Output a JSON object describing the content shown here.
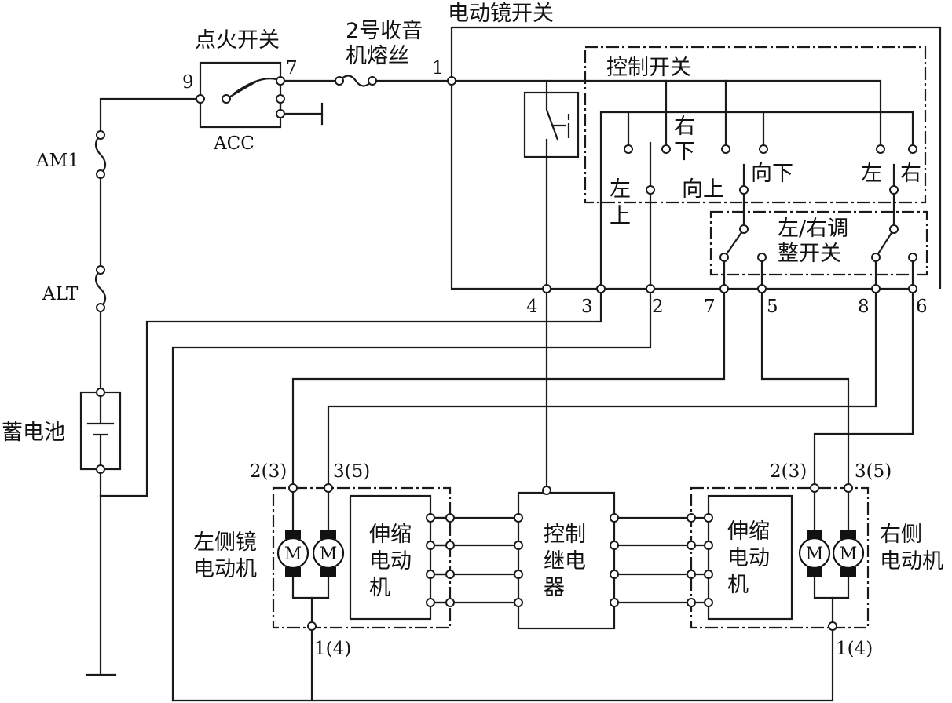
{
  "labels": {
    "ignition_switch": "点火开关",
    "ignition_acc": "ACC",
    "fuse_radio": "2号收音\n机熔丝",
    "mirror_switch": "电动镜开关",
    "control_switch": "控制开关",
    "battery": "蓄电池",
    "fuse_am1": "AM1",
    "fuse_alt": "ALT",
    "dir_right_down": "右\n下",
    "dir_left_up": "左\n上",
    "dir_up": "向上",
    "dir_down": "向下",
    "dir_left": "左",
    "dir_right": "右",
    "lr_adjust_switch": "左/右调\n整开关",
    "retract_motor_left": "伸缩\n电动\n机",
    "retract_motor_right": "伸缩\n电动\n机",
    "control_relay": "控制\n继电\n器",
    "left_mirror_motor": "左侧镜\n电动机",
    "right_mirror_motor": "右侧\n电动机",
    "motor_symbol": "M"
  },
  "pins": {
    "ign_9": "9",
    "ign_7": "7",
    "sw_1": "1",
    "sw_4": "4",
    "sw_3": "3",
    "sw_2": "2",
    "sw_7": "7",
    "sw_5": "5",
    "sw_8": "8",
    "sw_6": "6",
    "lm_2_3": "2(3)",
    "lm_3_5": "3(5)",
    "lm_1_4": "1(4)",
    "rm_2_3": "2(3)",
    "rm_3_5": "3(5)",
    "rm_1_4": "1(4)"
  }
}
